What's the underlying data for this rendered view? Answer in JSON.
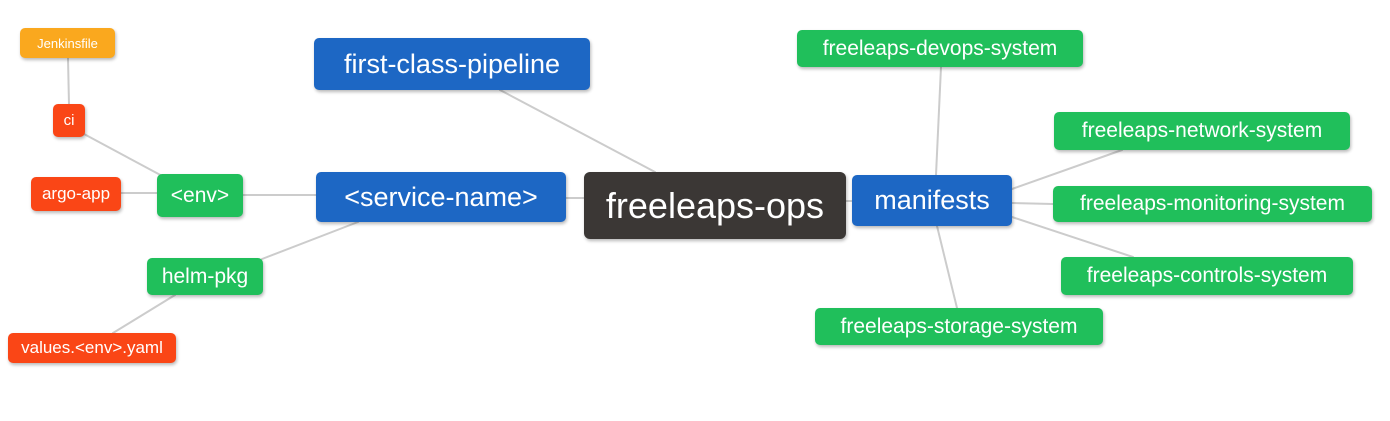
{
  "diagram": {
    "title": "freeleaps-ops mind map",
    "palette": {
      "blue": "#1d67c4",
      "green": "#20bf5b",
      "red": "#fa4616",
      "orange": "#faa81e",
      "dark": "#3b3735",
      "edge": "#cccccc",
      "text": "#ffffff",
      "background": "#ffffff"
    }
  },
  "nodes": [
    {
      "id": "freeleaps-ops",
      "label": "freeleaps-ops",
      "color": "dark"
    },
    {
      "id": "first-class-pipeline",
      "label": "first-class-pipeline",
      "color": "blue"
    },
    {
      "id": "service-name",
      "label": "<service-name>",
      "color": "blue"
    },
    {
      "id": "manifests",
      "label": "manifests",
      "color": "blue"
    },
    {
      "id": "env",
      "label": "<env>",
      "color": "green"
    },
    {
      "id": "ci",
      "label": "ci",
      "color": "red"
    },
    {
      "id": "jenkinsfile",
      "label": "Jenkinsfile",
      "color": "orange"
    },
    {
      "id": "argo-app",
      "label": "argo-app",
      "color": "red"
    },
    {
      "id": "helm-pkg",
      "label": "helm-pkg",
      "color": "green"
    },
    {
      "id": "values-env-yaml",
      "label": "values.<env>.yaml",
      "color": "red"
    },
    {
      "id": "freeleaps-devops-system",
      "label": "freeleaps-devops-system",
      "color": "green"
    },
    {
      "id": "freeleaps-network-system",
      "label": "freeleaps-network-system",
      "color": "green"
    },
    {
      "id": "freeleaps-monitoring-system",
      "label": "freeleaps-monitoring-system",
      "color": "green"
    },
    {
      "id": "freeleaps-controls-system",
      "label": "freeleaps-controls-system",
      "color": "green"
    },
    {
      "id": "freeleaps-storage-system",
      "label": "freeleaps-storage-system",
      "color": "green"
    }
  ],
  "edges": [
    {
      "from": "jenkinsfile",
      "to": "ci"
    },
    {
      "from": "ci",
      "to": "env"
    },
    {
      "from": "argo-app",
      "to": "env"
    },
    {
      "from": "env",
      "to": "service-name"
    },
    {
      "from": "service-name",
      "to": "freeleaps-ops"
    },
    {
      "from": "service-name",
      "to": "helm-pkg"
    },
    {
      "from": "helm-pkg",
      "to": "values-env-yaml"
    },
    {
      "from": "first-class-pipeline",
      "to": "freeleaps-ops"
    },
    {
      "from": "freeleaps-ops",
      "to": "manifests"
    },
    {
      "from": "manifests",
      "to": "freeleaps-devops-system"
    },
    {
      "from": "manifests",
      "to": "freeleaps-network-system"
    },
    {
      "from": "manifests",
      "to": "freeleaps-monitoring-system"
    },
    {
      "from": "manifests",
      "to": "freeleaps-controls-system"
    },
    {
      "from": "manifests",
      "to": "freeleaps-storage-system"
    }
  ]
}
